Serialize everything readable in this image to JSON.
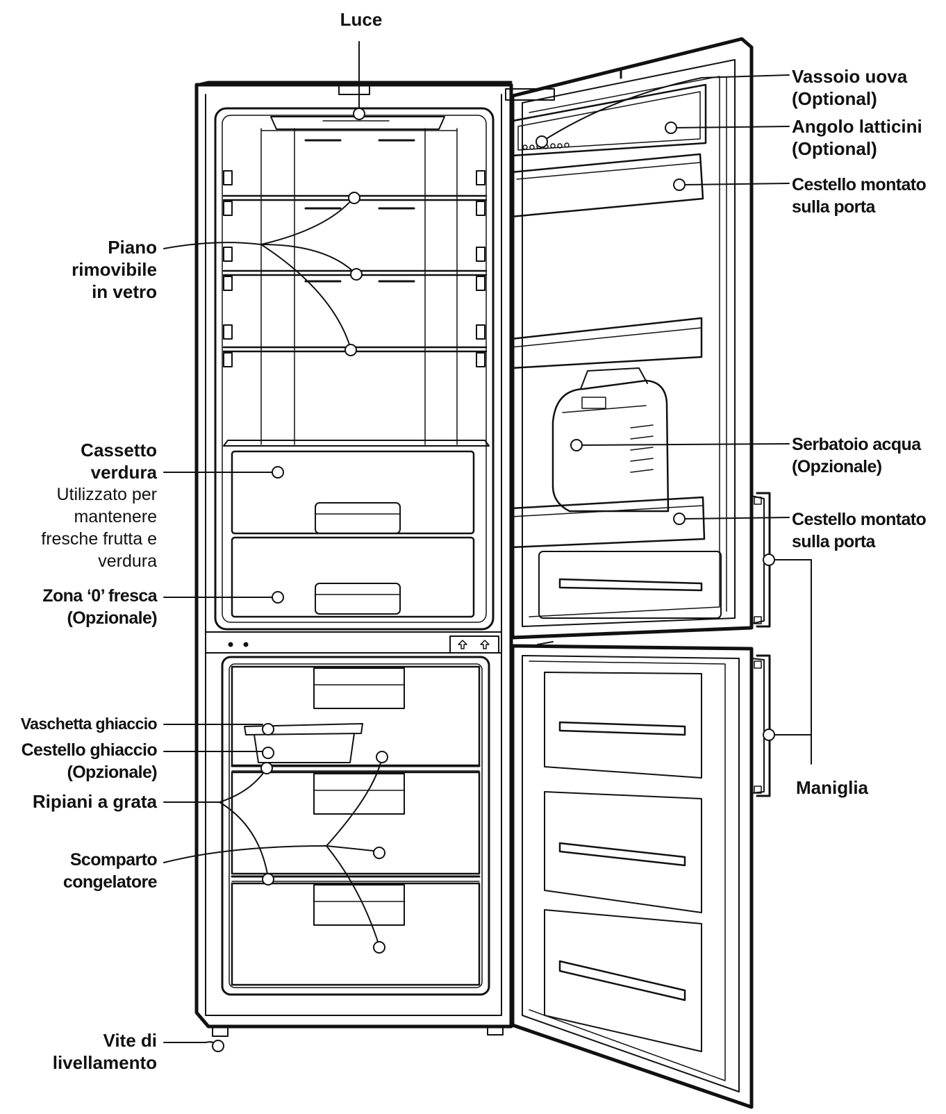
{
  "labels": {
    "luce": [
      "Luce"
    ],
    "vassoio_uova": [
      "Vassoio uova",
      "(Optional)"
    ],
    "angolo_latticini": [
      "Angolo latticini",
      "(Optional)"
    ],
    "cestello_porta_1": [
      "Cestello montato",
      "sulla porta"
    ],
    "piano_vetro": [
      "Piano",
      "rimovibile",
      "in vetro"
    ],
    "cassetto_verdura": [
      "Cassetto",
      "verdura"
    ],
    "cassetto_verdura_desc": [
      "Utilizzato per",
      "mantenere",
      "fresche frutta e",
      "verdura"
    ],
    "serbatoio_acqua": [
      "Serbatoio acqua",
      "(Opzionale)"
    ],
    "cestello_porta_2": [
      "Cestello montato",
      "sulla porta"
    ],
    "zona_fresca": [
      "Zona ‘0’ fresca",
      "(Opzionale)"
    ],
    "vaschetta_ghiaccio": [
      "Vaschetta ghiaccio"
    ],
    "cestello_ghiaccio": [
      "Cestello ghiaccio",
      "(Opzionale)"
    ],
    "ripiani_grata": [
      "Ripiani a grata"
    ],
    "scomparto_congelatore": [
      "Scomparto",
      "congelatore"
    ],
    "maniglia": [
      "Maniglia"
    ],
    "vite_livellamento": [
      "Vite di",
      "livellamento"
    ]
  },
  "colors": {
    "line": "#111111",
    "background": "#ffffff"
  }
}
